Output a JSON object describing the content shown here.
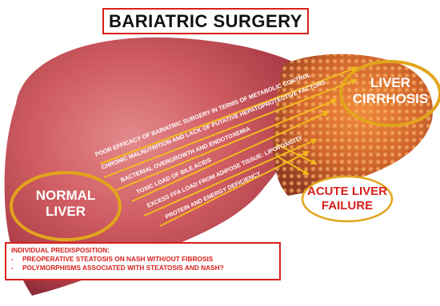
{
  "title": "BARIATRIC SURGERY",
  "labels": {
    "normal_liver_line1": "NORMAL",
    "normal_liver_line2": "LIVER",
    "liver_cirrhosis_line1": "LIVER",
    "liver_cirrhosis_line2": "CIRRHOSIS",
    "acute_failure_line1": "ACUTE LIVER",
    "acute_failure_line2": "FAILURE"
  },
  "factors": [
    "POOR EFFICACY OF BARIATRIC SURGERY IN TERMS OF METABOLIC CONTROL",
    "CHRONIC MALNUTRITION AND LACK OF PUTATIVE HEPATOPROTECTIVE FACTORS",
    "BACTERIAL OVERGROWTH AND ENDOTOXEMIA",
    "TOXIC LOAD OF BILE ACIDS",
    "EXCESS FFA LOAD FROM ADIPOSE TISSUE: LIPOTOXICITY",
    "PROTEIN AND ENERGY DEFICIENCY"
  ],
  "predisposition": {
    "heading": "INDIVIDUAL PREDISPOSITION:",
    "items": [
      "PREOPERATIVE STEATOSIS ON NASH WITH/OUT FIBROSIS",
      "POLYMORPHISMS ASSOCIATED WITH STEATOSIS AND NASH?"
    ],
    "bullet": "-"
  },
  "colors": {
    "accent_red": "#d8201c",
    "arrow_yellow": "#f2b91d",
    "ellipse_gold": "#e2a51c",
    "liver_pink": "#c9545a",
    "cirrhotic_orange": "#d0652c"
  }
}
